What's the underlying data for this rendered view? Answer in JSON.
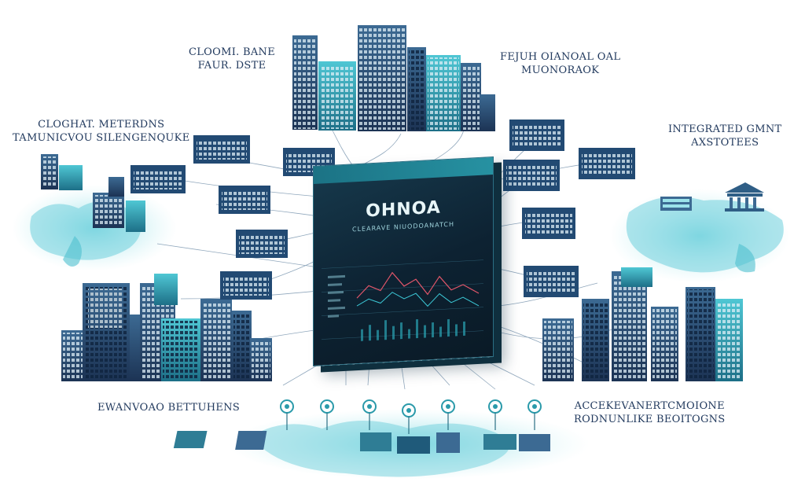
{
  "labels": {
    "top_left": {
      "line1": "CLOOMI. BANE",
      "line2": "FAUR. DSTE"
    },
    "top_right": {
      "line1": "FEJUH OIANOAL OAL",
      "line2": "MUONORAOK"
    },
    "mid_left": {
      "line1": "CLOGHAT. METERDNS",
      "line2": "TAMUNICVOU SILENGENQUKE"
    },
    "mid_right": {
      "line1": "INTEGRATED GMNT",
      "line2": "AXSTOTEES"
    },
    "bottom_left": {
      "line1": "EWANVOAO BETTUHENS"
    },
    "bottom_right": {
      "line1": "ACCEKEVANERTCMOIONE",
      "line2": "RODNUNLIKE BEOITOGNS"
    }
  },
  "dashboard": {
    "title": "OHNOA",
    "subtitle": "CLEARAVE NIUODOANATCH"
  },
  "colors": {
    "navy": "#223a5e",
    "teal": "#2aa3b3",
    "cyan_light": "#9be3ea",
    "panel_dark": "#0d2232"
  },
  "icons": [
    "building-icon",
    "server-icon",
    "map-pin-icon",
    "bank-icon"
  ]
}
